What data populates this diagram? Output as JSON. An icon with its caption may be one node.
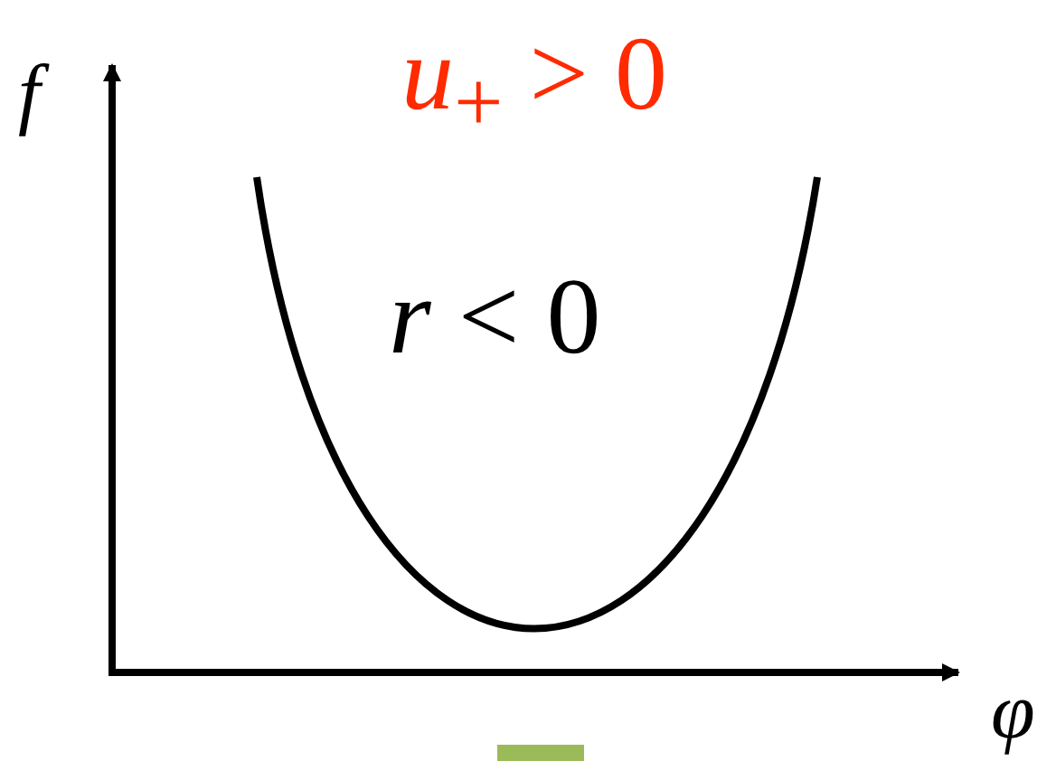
{
  "diagram": {
    "labels": [
      "f",
      "*u*$_{+}$ > 0",
      "*r* < 0",
      "φ"
    ]
  }
}
